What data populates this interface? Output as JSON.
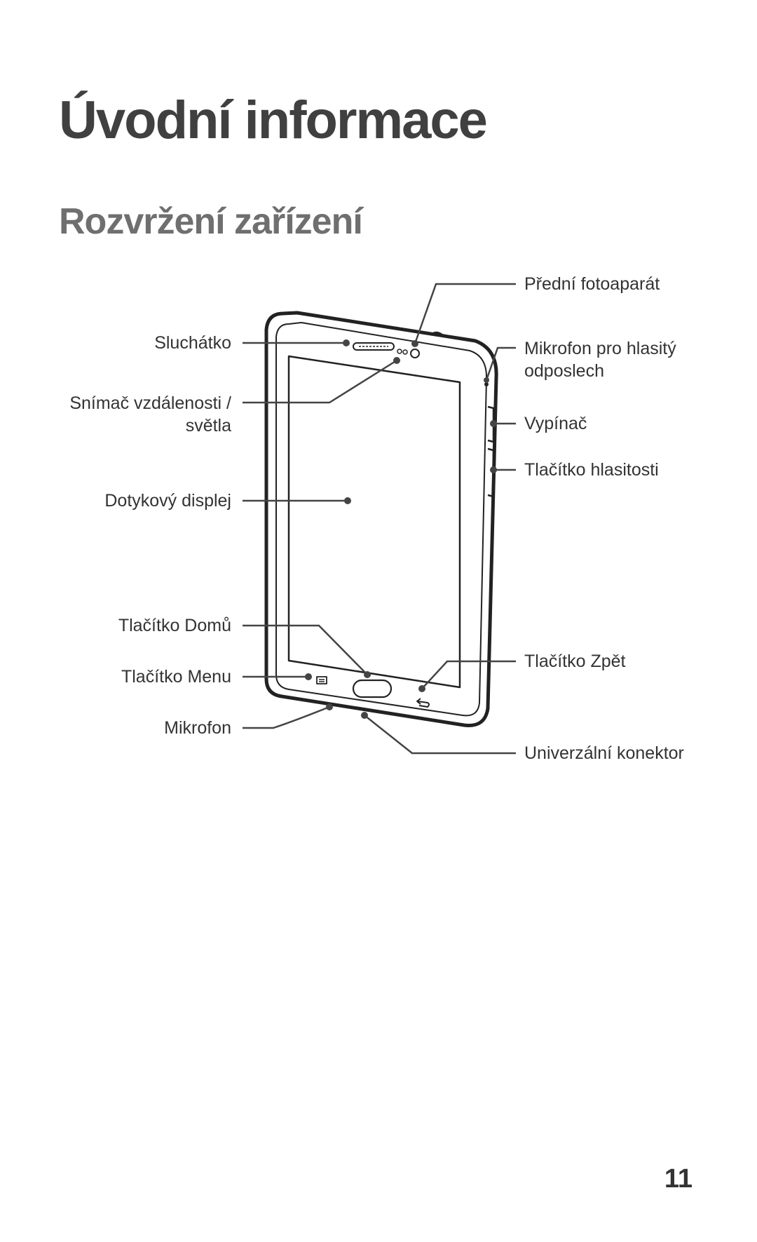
{
  "chapter_title": "Úvodní informace",
  "section_title": "Rozvržení zařízení",
  "labels": {
    "front_camera": "Přední fotoaparát",
    "earpiece": "Sluchátko",
    "proximity_sensor_line1": "Snímač vzdálenosti /",
    "proximity_sensor_line2": "světla",
    "speaker_mic_line1": "Mikrofon pro hlasitý",
    "speaker_mic_line2": "odposlech",
    "power_key": "Vypínač",
    "volume_key": "Tlačítko hlasitosti",
    "touchscreen": "Dotykový displej",
    "home_key": "Tlačítko Domů",
    "menu_key": "Tlačítko Menu",
    "back_key": "Tlačítko Zpět",
    "microphone": "Mikrofon",
    "multipurpose_jack": "Univerzální konektor"
  },
  "page_number": "11"
}
